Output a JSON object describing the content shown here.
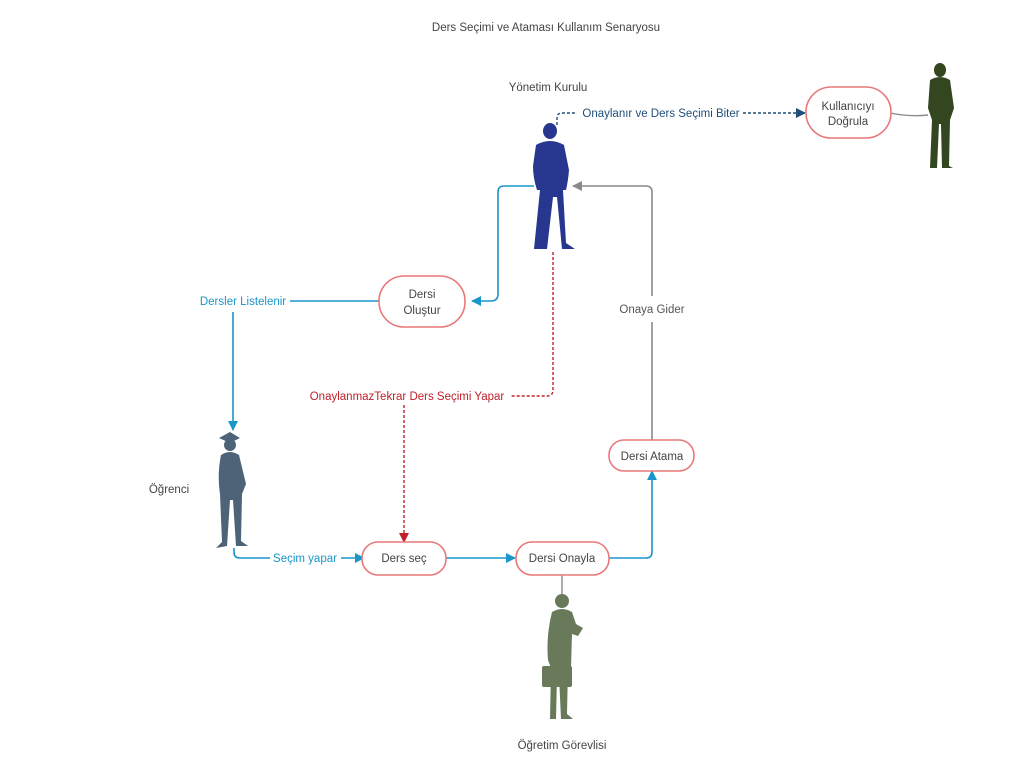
{
  "title": "Ders Seçimi ve Ataması Kullanım Senaryosu",
  "actors": {
    "yonetim": "Yönetim Kurulu",
    "ogrenci": "Öğrenci",
    "ogretim": "Öğretim Görevlisi"
  },
  "nodes": {
    "kullanici_line1": "Kullanıcıyı",
    "kullanici_line2": "Doğrula",
    "dersi_olustur_line1": "Dersi",
    "dersi_olustur_line2": "Oluştur",
    "ders_sec": "Ders seç",
    "dersi_onayla": "Dersi Onayla",
    "dersi_atama": "Dersi Atama"
  },
  "edges": {
    "onaylanir": "Onaylanır ve Ders Seçimi Biter",
    "dersler_listelenir": "Dersler Listelenir",
    "onaylanmaz": "OnaylanmazTekrar Ders Seçimi Yapar",
    "onaya_gider": "Onaya Gider",
    "secim_yapar": "Seçim yapar"
  },
  "colors": {
    "blue_link": "#1a96c8",
    "dark_blue_link": "#1f4e79",
    "red_link": "#c0202a",
    "gray_link": "#8a8a8a",
    "node_border": "#e8787a",
    "yonetim_figure": "#27378f",
    "ogrenci_figure": "#4d6377",
    "ogretim_figure": "#687a5a",
    "kullanici_figure": "#34461f"
  },
  "icons": {
    "yonetim": "businessman-icon",
    "ogrenci": "graduate-icon",
    "ogretim": "teacher-with-briefcase-icon",
    "kullanici": "man-standing-icon"
  }
}
